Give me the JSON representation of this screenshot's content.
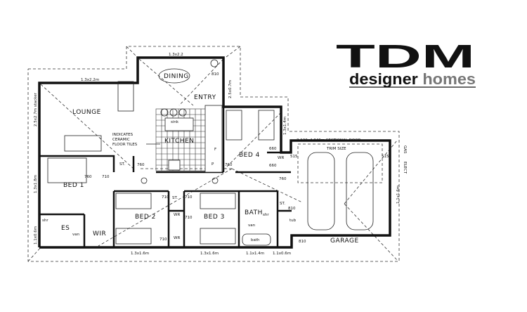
{
  "logo": {
    "brand": "TDM",
    "word1": "designer",
    "word2": " homes",
    "brand_color": "#111111",
    "accent_color": "#777777"
  },
  "rooms": {
    "lounge": "LOUNGE",
    "dining": "DINING",
    "entry": "ENTRY",
    "kitchen": "KITCHEN",
    "bed1": "BED 1",
    "bed2": "BED 2",
    "bed3": "BED 3",
    "bed4": "BED 4",
    "ensuite": "ES",
    "wir": "WIR",
    "bath": "BATH",
    "garage": "GARAGE",
    "store1": "ST.",
    "store2": "ST.",
    "store3": "ST."
  },
  "notes": {
    "tiles_1": "INDICATES",
    "tiles_2": "CERAMIC",
    "tiles_3": "FLOOR TILES",
    "garage_door": "2,120x4,840m SECTIONAL DOOR",
    "trim": "TRIM SIZE",
    "gas": "GAS",
    "elect": "ELECT"
  },
  "fixtures": {
    "sink": "sink",
    "fridge": "F",
    "pantry": "P",
    "wr": "WR",
    "wr2": "WR",
    "wr3": "WR",
    "tub": "tub",
    "van": "van",
    "van2": "van",
    "shr": "shr",
    "shr2": "shr",
    "bath": "bath"
  },
  "windows": {
    "lounge_top": "1.3x2.2m",
    "dining_top": "1.3x2.2",
    "lounge_side": "2.5x2.7m stacker",
    "entry_side": "2.5x0.7m",
    "bed4_side": "1.3x1.4m",
    "bed1_side": "1.3x1.8m",
    "es_side": "1.1x0.6m",
    "bed2_bottom": "1.3x1.6m",
    "bed3_bottom": "1.3x1.6m",
    "bath_bottom": "1.1x1.4m",
    "ldry_bottom": "1.1x0.6m",
    "garage_side": "1.1x1.6m"
  },
  "doors": {
    "d1": "810",
    "d2": "760",
    "d3": "710",
    "d4": "760",
    "d5": "710",
    "d6": "710",
    "d7": "710",
    "d8": "710",
    "d9": "760",
    "d10": "660",
    "d11": "660",
    "d12": "760",
    "d13": "810",
    "d14": "515",
    "d15": "515",
    "d16": "810"
  }
}
